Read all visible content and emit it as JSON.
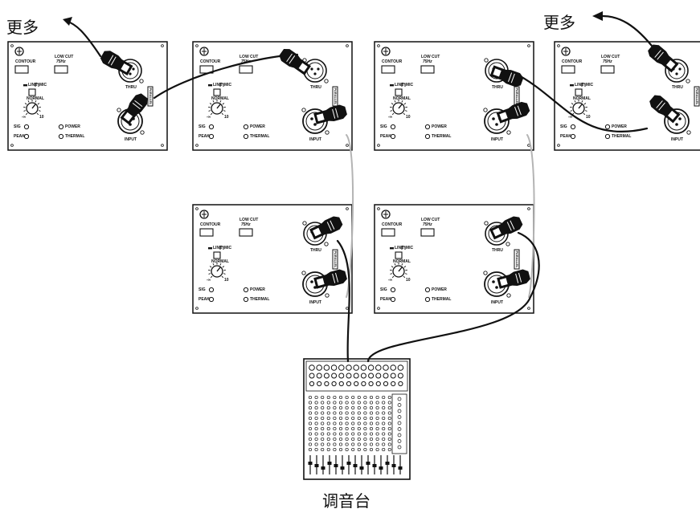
{
  "captions": {
    "more": "更多",
    "mixer": "调音台"
  },
  "panel_labels": {
    "contour": "CONTOUR",
    "low_cut": "LOW CUT",
    "low_cut_freq": "75Hz",
    "line": "LINE",
    "mic": "MIC",
    "normal": "NORMAL",
    "knob_min": "-∞",
    "knob_max": "10",
    "sig": "SIG",
    "peak": "PEAK",
    "power": "POWER",
    "thermal": "THERMAL",
    "thru": "THRU",
    "input": "INPUT",
    "parallel": "PARALLEL"
  },
  "speakers": [
    {
      "id": "speaker-top-1"
    },
    {
      "id": "speaker-top-2"
    },
    {
      "id": "speaker-top-3"
    },
    {
      "id": "speaker-top-4"
    },
    {
      "id": "speaker-bottom-1"
    },
    {
      "id": "speaker-bottom-2"
    }
  ],
  "colors": {
    "xlr_cable": "#111111",
    "parallel_link": "#b4b4b4",
    "panel_border": "#111111"
  }
}
